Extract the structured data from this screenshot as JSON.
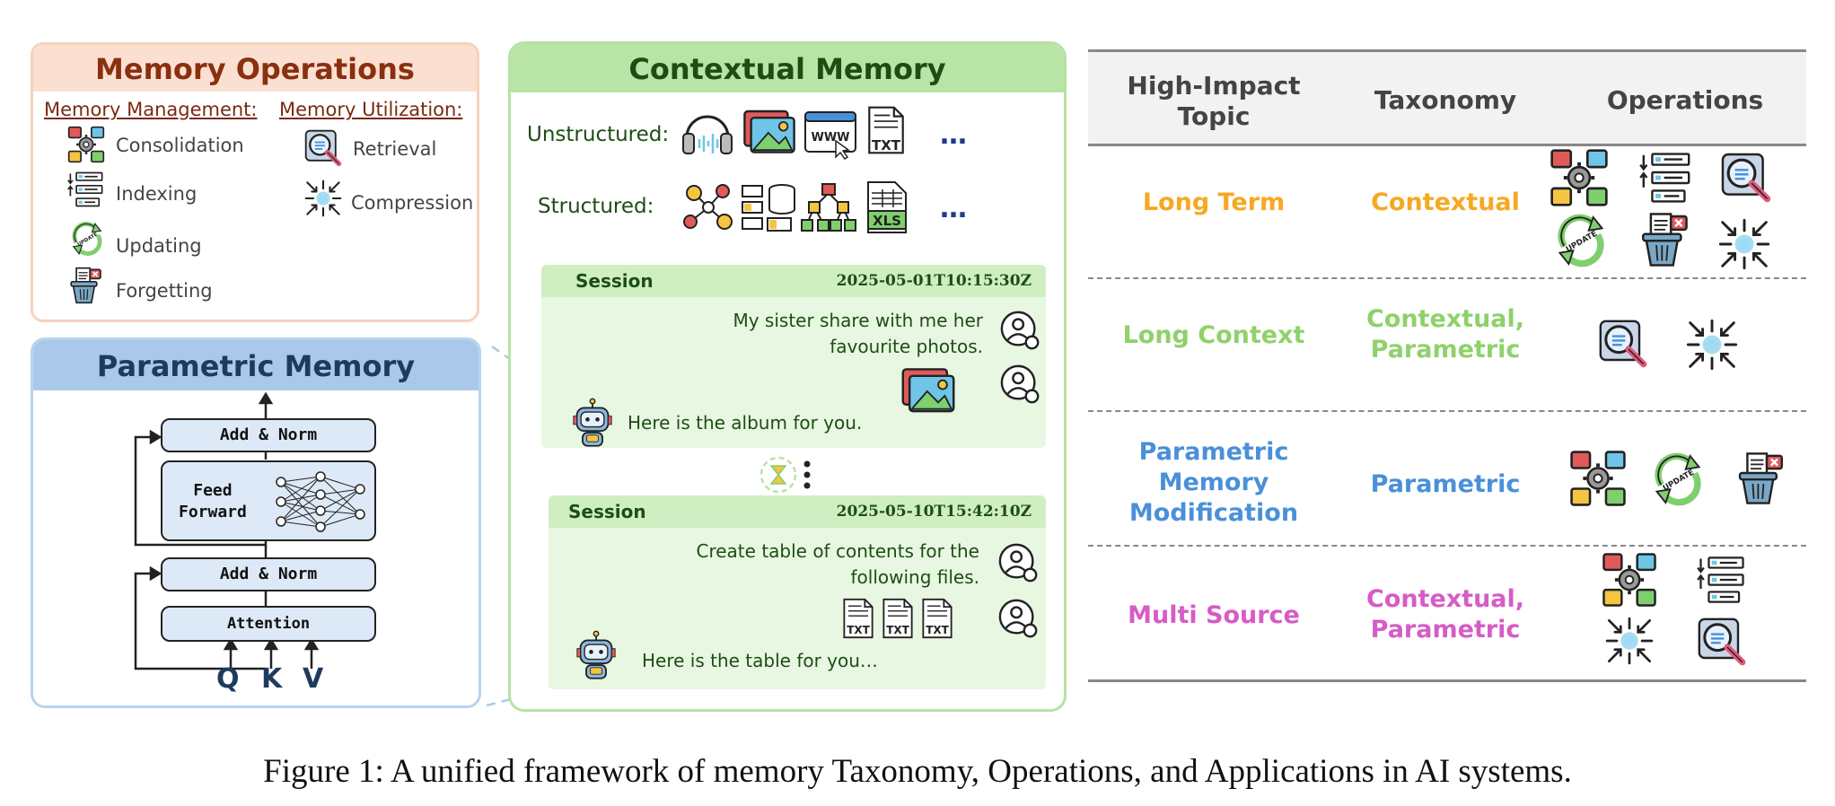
{
  "memory_operations": {
    "title": "Memory Operations",
    "management_title": "Memory Management:",
    "utilization_title": "Memory Utilization:",
    "management_items": [
      "Consolidation",
      "Indexing",
      "Updating",
      "Forgetting"
    ],
    "utilization_items": [
      "Retrieval",
      "Compression"
    ]
  },
  "parametric_memory": {
    "title": "Parametric Memory",
    "blocks": {
      "add_norm_top": "Add & Norm",
      "feed_forward_1": "Feed",
      "feed_forward_2": "Forward",
      "add_norm_bottom": "Add & Norm",
      "attention": "Attention"
    },
    "inputs": [
      "Q",
      "K",
      "V"
    ]
  },
  "contextual_memory": {
    "title": "Contextual Memory",
    "unstructured_label": "Unstructured:",
    "structured_label": "Structured:",
    "ellipsis": "…",
    "www_text": "WWW",
    "txt_text": "TXT",
    "xls_text": "XLS",
    "update_text": "UPDATE",
    "sessions": [
      {
        "label": "Session",
        "timestamp": "2025-05-01T10:15:30Z",
        "user_line1": "My sister share with me her",
        "user_line2": "favourite photos.",
        "bot": "Here is the album for you."
      },
      {
        "label": "Session",
        "timestamp": "2025-05-10T15:42:10Z",
        "user_line1": "Create table of contents for the",
        "user_line2": "following files.",
        "bot": "Here is the table for you…"
      }
    ]
  },
  "table": {
    "headers": {
      "topic_1": "High-Impact",
      "topic_2": "Topic",
      "taxonomy": "Taxonomy",
      "operations": "Operations"
    },
    "rows": [
      {
        "topic": [
          "Long Term"
        ],
        "taxonomy": [
          "Contextual"
        ],
        "color": "#f7a823"
      },
      {
        "topic": [
          "Long Context"
        ],
        "taxonomy": [
          "Contextual,",
          "Parametric"
        ],
        "color": "#8fd16a"
      },
      {
        "topic": [
          "Parametric",
          "Memory",
          "Modification"
        ],
        "taxonomy": [
          "Parametric"
        ],
        "color": "#4a90d9"
      },
      {
        "topic": [
          "Multi Source"
        ],
        "taxonomy": [
          "Contextual,",
          "Parametric"
        ],
        "color": "#d65cc6"
      }
    ]
  },
  "caption": "Figure 1: A unified framework of memory Taxonomy, Operations, and Applications in AI systems.",
  "colors": {
    "operations_title": "#8a2f10",
    "parametric_title": "#1e3a5f",
    "contextual_title": "#1d4d15"
  },
  "icons": [
    "consolidation-icon",
    "indexing-icon",
    "updating-icon",
    "forgetting-icon",
    "retrieval-icon",
    "compression-icon",
    "robot-icon",
    "user-icon"
  ]
}
